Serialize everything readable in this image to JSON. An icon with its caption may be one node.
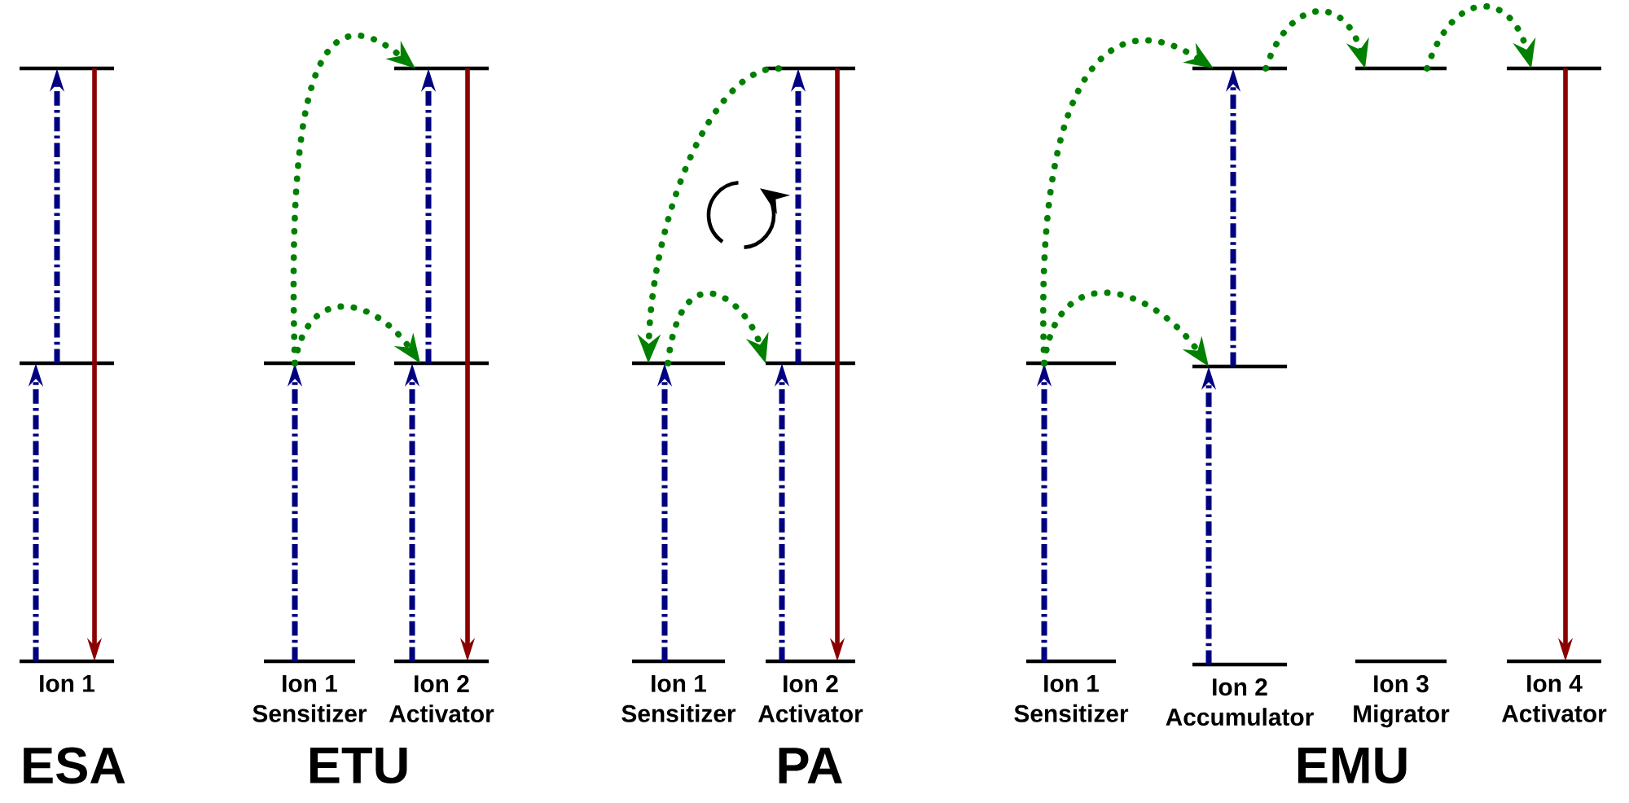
{
  "diagram": {
    "nodes": [
      {
        "text": [],
        "shape": "bar"
      },
      {
        "text": [],
        "shape": "bar"
      },
      {
        "text": [
          "Ion 1"
        ]
      },
      {
        "text": [],
        "shape": "bar"
      },
      {
        "text": [],
        "shape": "bar"
      },
      {
        "text": [],
        "shape": "bar"
      },
      {
        "text": [
          "Ion 1",
          "Sensitizer"
        ]
      },
      {
        "text": [
          "Ion 2",
          "Activator"
        ]
      },
      {
        "text": [],
        "shape": "bar"
      },
      {
        "text": [],
        "shape": "bar"
      },
      {
        "text": [],
        "shape": "bar"
      },
      {
        "text": [
          "Ion 1",
          "Sensitizer"
        ]
      },
      {
        "text": [
          "Ion 2",
          "Activator"
        ]
      },
      {
        "text": [],
        "shape": "bar"
      },
      {
        "text": [],
        "shape": "bar"
      },
      {
        "text": [],
        "shape": "bar"
      },
      {
        "text": [],
        "shape": "bar"
      },
      {
        "text": [],
        "shape": "bar"
      },
      {
        "text": [
          "Ion 1",
          "Sensitizer"
        ]
      },
      {
        "text": [
          "Ion 2",
          "Accumulator"
        ]
      },
      {
        "text": [
          "Ion 3",
          "Migrator"
        ]
      },
      {
        "text": [
          "Ion 4",
          "Activator"
        ]
      }
    ],
    "edges": [
      {
        "from": 2,
        "to": 1,
        "arrow": "to",
        "style": "dashed",
        "color": "#000080"
      },
      {
        "from": 1,
        "to": 0,
        "arrow": "to",
        "style": "dashed",
        "color": "#000080"
      },
      {
        "from": 0,
        "to": 2,
        "arrow": "to",
        "color": "#8b0000"
      },
      {
        "from": 6,
        "to": 4,
        "arrow": "to",
        "style": "dashed",
        "color": "#000080"
      },
      {
        "from": 7,
        "to": 5,
        "arrow": "to",
        "style": "dashed",
        "color": "#000080"
      },
      {
        "from": 5,
        "to": 3,
        "arrow": "to",
        "style": "dashed",
        "color": "#000080"
      },
      {
        "from": 3,
        "to": 7,
        "arrow": "to",
        "color": "#8b0000"
      },
      {
        "from": 4,
        "to": 5,
        "arrow": "to",
        "style": "dashed",
        "color": "#008000"
      },
      {
        "from": 4,
        "to": 3,
        "arrow": "to",
        "style": "dashed",
        "color": "#008000"
      },
      {
        "from": 11,
        "to": 9,
        "arrow": "to",
        "style": "dashed",
        "color": "#000080"
      },
      {
        "from": 12,
        "to": 10,
        "arrow": "to",
        "style": "dashed",
        "color": "#000080"
      },
      {
        "from": 10,
        "to": 8,
        "arrow": "to",
        "style": "dashed",
        "color": "#000080"
      },
      {
        "from": 8,
        "to": 12,
        "arrow": "to",
        "color": "#8b0000"
      },
      {
        "from": 8,
        "to": 9,
        "arrow": "to",
        "style": "dashed",
        "color": "#008000"
      },
      {
        "from": 9,
        "to": 10,
        "arrow": "to",
        "style": "dashed",
        "color": "#008000"
      },
      {
        "from": 18,
        "to": 16,
        "arrow": "to",
        "style": "dashed",
        "color": "#000080"
      },
      {
        "from": 19,
        "to": 17,
        "arrow": "to",
        "style": "dashed",
        "color": "#000080"
      },
      {
        "from": 17,
        "to": 13,
        "arrow": "to",
        "style": "dashed",
        "color": "#000080"
      },
      {
        "from": 15,
        "to": 21,
        "arrow": "to",
        "color": "#8b0000"
      },
      {
        "from": 16,
        "to": 17,
        "arrow": "to",
        "style": "dashed",
        "color": "#008000"
      },
      {
        "from": 16,
        "to": 13,
        "arrow": "to",
        "style": "dashed",
        "color": "#008000"
      },
      {
        "from": 13,
        "to": 14,
        "arrow": "to",
        "style": "dashed",
        "color": "#008000"
      },
      {
        "from": 14,
        "to": 15,
        "arrow": "to",
        "style": "dashed",
        "color": "#008000"
      }
    ],
    "labels": [
      "ESA",
      "ETU",
      "PA",
      "EMU"
    ]
  }
}
